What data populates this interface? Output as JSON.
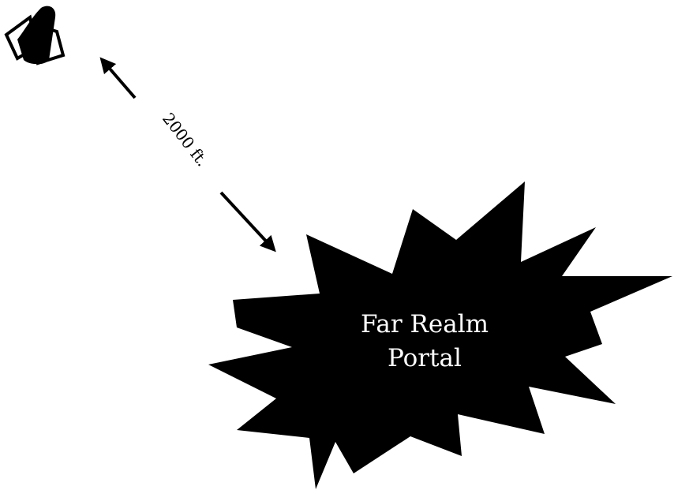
{
  "distance": {
    "label": "2000 ft."
  },
  "portal": {
    "label_line1": "Far Realm",
    "label_line2": "Portal"
  },
  "icons": {
    "lamp": "lamp-shrine-icon",
    "portal": "starburst-portal-icon"
  },
  "colors": {
    "ink": "#000000",
    "background": "#ffffff",
    "portal_text": "#ffffff"
  }
}
